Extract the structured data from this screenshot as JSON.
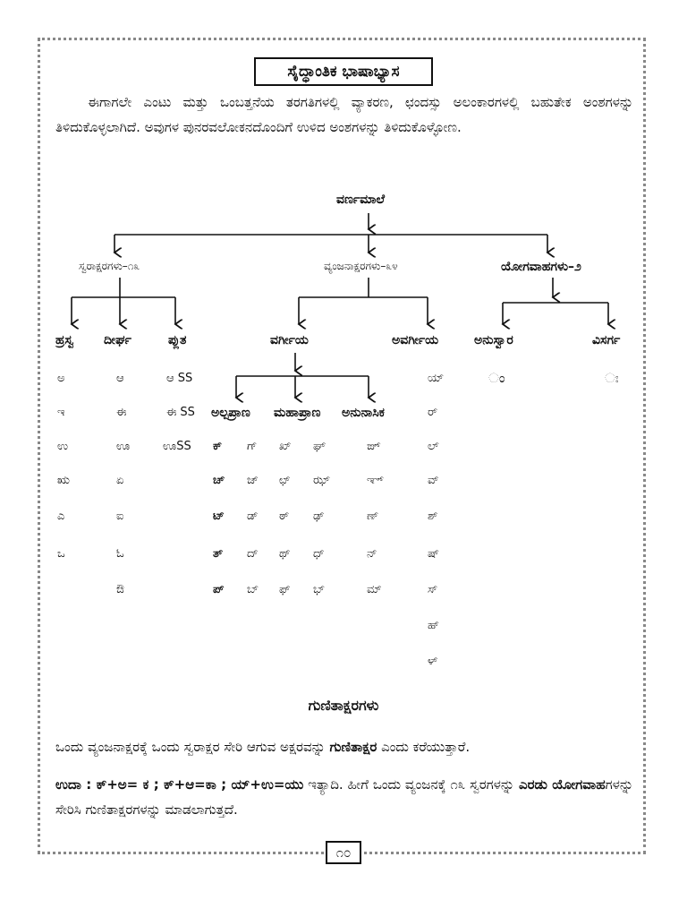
{
  "title": "ಸೈದ್ಧಾಂತಿಕ ಭಾಷಾಭ್ಯಾಸ",
  "intro": "ಈಗಾಗಲೇ ಎಂಟು ಮತ್ತು ಒಂಬತ್ತನೆಯ ತರಗತಿಗಳಲ್ಲಿ ವ್ಯಾಕರಣ, ಛಂದಸ್ಸು ಅಲಂಕಾರಗಳಲ್ಲಿ ಬಹುತೇಕ ಅಂಶಗಳನ್ನು ತಿಳಿದುಕೊಳ್ಳಲಾಗಿದೆ. ಅವುಗಳ ಪುನರವಲೋಕನದೊಂದಿಗೆ ಉಳಿದ ಅಂಶಗಳನ್ನು ತಿಳಿದುಕೊಳ್ಳೋಣ.",
  "tree": {
    "root": "ವರ್ಣಮಾಲೆ",
    "swara": "ಸ್ವರಾಕ್ಷರಗಳು–೧೩",
    "vyanjana": "ವ್ಯಂಜನಾಕ್ಷರಗಳು–೩೪",
    "yogavaha": "ಯೋಗವಾಹಗಳು–೨",
    "hrasva": "ಹ್ರಸ್ವ",
    "deergha": "ದೀರ್ಘ",
    "pluta": "ಪ್ಲುತ",
    "vargeeya": "ವರ್ಗೀಯ",
    "avargeeya": "ಅವರ್ಗೀಯ",
    "anusvara": "ಅನುಸ್ವಾರ",
    "visarga": "ವಿಸರ್ಗ",
    "alpaprana": "ಅಲ್ಪಪ್ರಾಣ",
    "mahaprana": "ಮಹಾಪ್ರಾಣ",
    "anunasika": "ಅನುನಾಸಿಕ"
  },
  "columns": {
    "hrasva": [
      "ಅ",
      "ಇ",
      "ಉ",
      "ಋ",
      "ಎ",
      "ಒ"
    ],
    "deergha": [
      "ಆ",
      "ಈ",
      "ಊ",
      "ಏ",
      "ಐ",
      "ಓ",
      "ಔ"
    ],
    "pluta": [
      "ಆ SS",
      "ಈ SS",
      "ಊSS"
    ],
    "alpa1": [
      "ಕ್",
      "ಚ್",
      "ಟ್",
      "ತ್",
      "ಪ್"
    ],
    "alpa2": [
      "ಗ್",
      "ಜ್",
      "ಡ್",
      "ದ್",
      "ಬ್"
    ],
    "maha1": [
      "ಖ್",
      "ಛ್",
      "ಠ್",
      "ಥ್",
      "ಫ್"
    ],
    "maha2": [
      "ಘ್",
      "ಝ್",
      "ಢ್",
      "ಧ್",
      "ಭ್"
    ],
    "anunasika": [
      "ಙ್",
      "ಞ್",
      "ಣ್",
      "ನ್",
      "ಮ್"
    ],
    "avargeeya": [
      "ಯ್",
      "ರ್",
      "ಲ್",
      "ವ್",
      "ಶ್",
      "ಷ್",
      "ಸ್",
      "ಹ್",
      "ಳ್"
    ],
    "anusvara": [
      "ಂ"
    ],
    "visarga": [
      "ಃ"
    ]
  },
  "section2": {
    "heading": "ಗುಣಿತಾಕ್ಷರಗಳು",
    "def_a": "ಒಂದು ವ್ಯಂಜನಾಕ್ಷರಕ್ಕೆ ಒಂದು ಸ್ವರಾಕ್ಷರ ಸೇರಿ ಆಗುವ ಅಕ್ಷರವನ್ನು ",
    "def_b": "ಗುಣಿತಾಕ್ಷರ",
    "def_c": " ಎಂದು ಕರೆಯುತ್ತಾರೆ.",
    "ex_a": "ಉದಾ : ಕ್+ಅ= ಕ ; ಕ್+ಆ=ಕಾ ; ಯ್+ಉ=ಯು",
    "ex_b": " ಇತ್ಯಾದಿ. ಹೀಗೆ ಒಂದು ವ್ಯಂಜನಕ್ಕೆ ೧೩ ಸ್ವರಗಳನ್ನು ",
    "ex_c": "ಎರಡು ಯೋಗವಾಹ",
    "ex_d": "ಗಳನ್ನು ಸೇರಿಸಿ ಗುಣಿತಾಕ್ಷರಗಳನ್ನು ಮಾಡಲಾಗುತ್ತದೆ."
  },
  "page_number": "೧೦"
}
